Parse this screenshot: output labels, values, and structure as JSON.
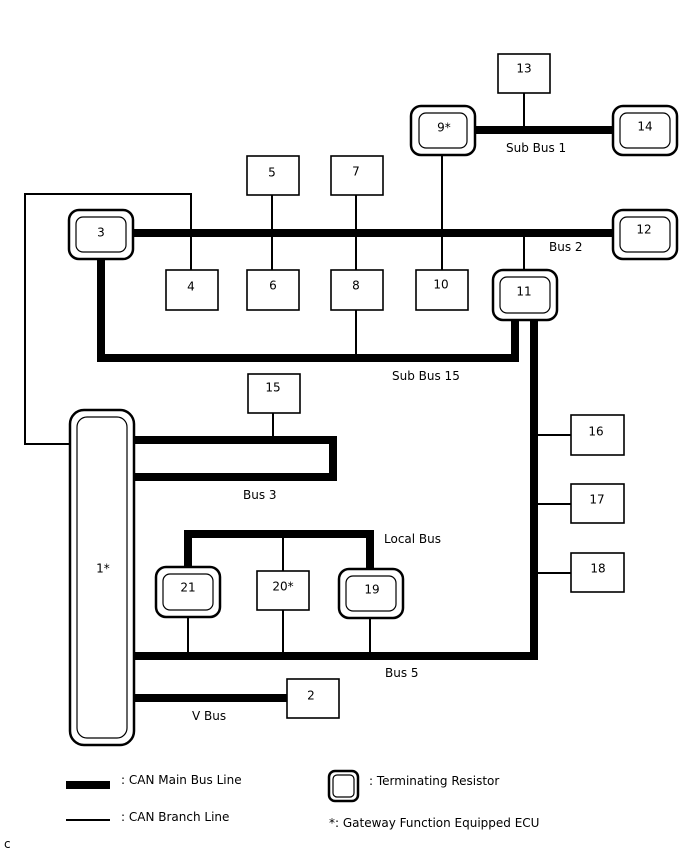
{
  "nodes": {
    "n1": "1*",
    "n2": "2",
    "n3": "3",
    "n4": "4",
    "n5": "5",
    "n6": "6",
    "n7": "7",
    "n8": "8",
    "n9": "9*",
    "n10": "10",
    "n11": "11",
    "n12": "12",
    "n13": "13",
    "n14": "14",
    "n15": "15",
    "n16": "16",
    "n17": "17",
    "n18": "18",
    "n19": "19",
    "n20": "20*",
    "n21": "21"
  },
  "buses": {
    "sub_bus_1": "Sub Bus 1",
    "bus_2": "Bus 2",
    "sub_bus_15": "Sub Bus 15",
    "bus_3": "Bus 3",
    "local_bus": "Local Bus",
    "bus_5": "Bus 5",
    "v_bus": "V Bus"
  },
  "legend": {
    "main_line": ": CAN Main Bus Line",
    "branch_line": ": CAN Branch Line",
    "terminating_resistor": ": Terminating Resistor",
    "gateway_note": "*: Gateway Function Equipped ECU"
  },
  "corner_mark": "c"
}
